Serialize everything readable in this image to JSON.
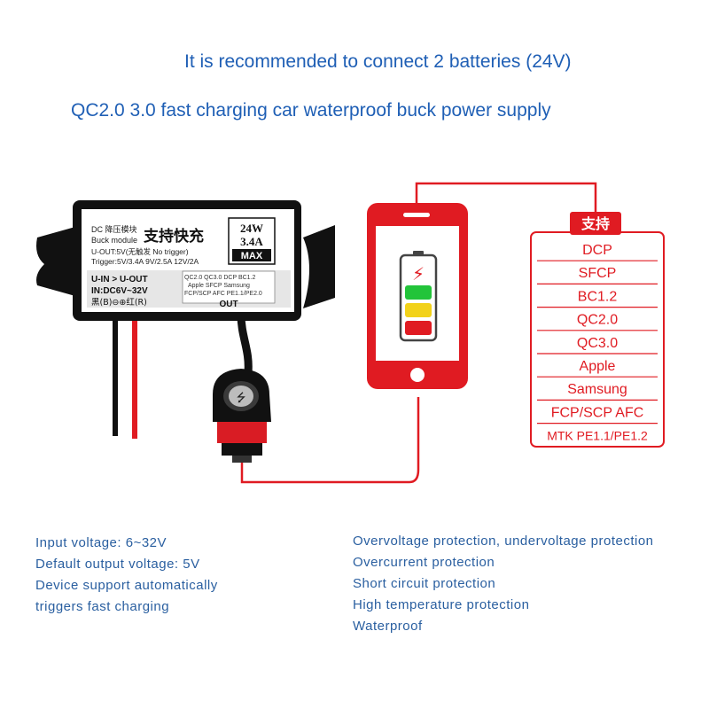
{
  "headline_1": "It is recommended to connect 2 batteries (24V)",
  "headline_2": "QC2.0 3.0 fast charging car waterproof buck power supply",
  "module": {
    "dc_line_1": "DC 降压模块",
    "dc_line_2": "Buck module",
    "title_cn": "支持快充",
    "badge_1": "24W",
    "badge_2": "3.4A",
    "badge_3": "MAX",
    "uout_line": "U-OUT:5V(无触发 No trigger)",
    "trigger_line": "Trigger:5V/3.4A  9V/2.5A  12V/2A",
    "uin_uout": "U-IN > U-OUT",
    "input_range": "IN:DC6V~32V",
    "polarity": "黑(B)⊖⊕红(R)",
    "protocols_1": "QC2.0  QC3.0  DCP  BC1.2",
    "protocols_2": "Apple  SFCP  Samsung",
    "protocols_3": "FCP/SCP AFC  PE1.1/PE2.0",
    "out_label": "OUT"
  },
  "support_header": "支持",
  "protocols": [
    "DCP",
    "SFCP",
    "BC1.2",
    "QC2.0",
    "QC3.0",
    "Apple",
    "Samsung",
    "FCP/SCP AFC",
    "MTK PE1.1/PE1.2"
  ],
  "battery_bolt": "⚡",
  "specs_left": [
    "Input voltage: 6~32V",
    "Default output voltage: 5V",
    "Device support automatically",
    "triggers fast charging"
  ],
  "specs_right": [
    "Overvoltage protection, undervoltage protection",
    "Overcurrent protection",
    "Short circuit protection",
    "High temperature protection",
    "Waterproof"
  ],
  "colors": {
    "headline": "#1f5fb5",
    "red": "#e01b22",
    "black": "#111111",
    "spec_text": "#2a5fa0",
    "battery_green": "#22c43a",
    "battery_yellow": "#f2d21a"
  }
}
